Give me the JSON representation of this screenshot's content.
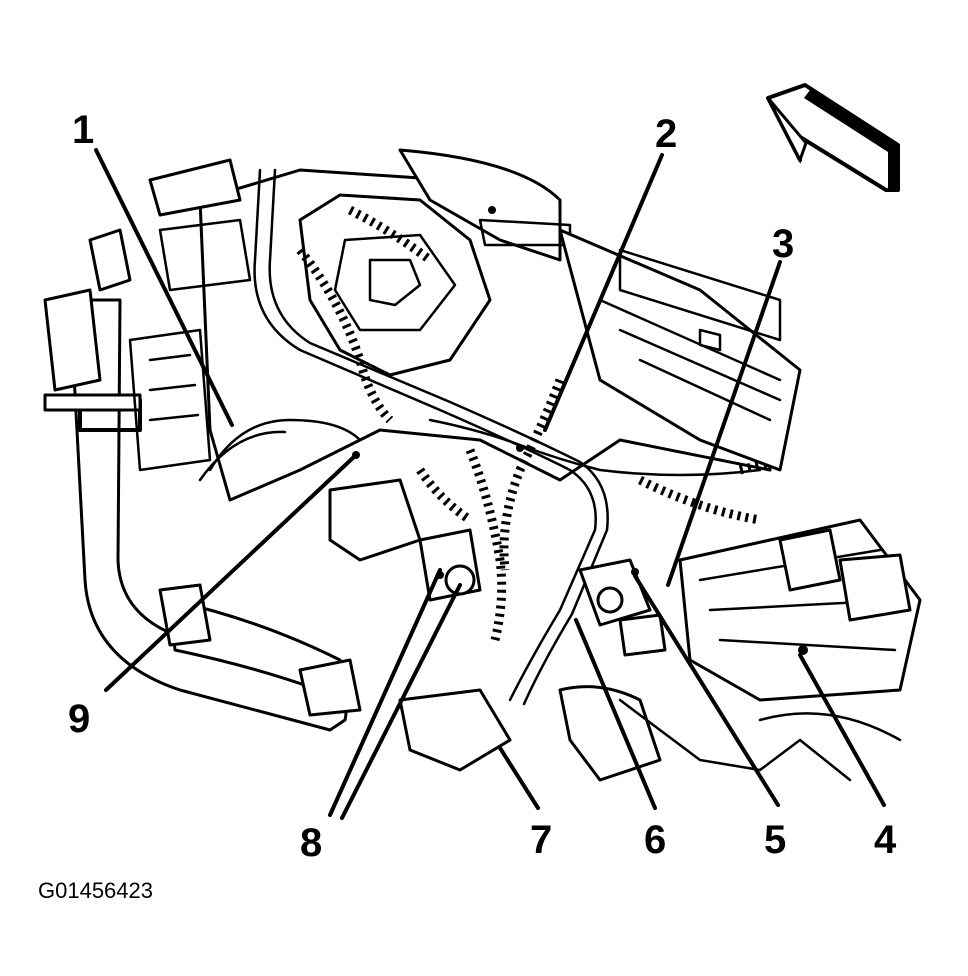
{
  "figure_id": "G01456423",
  "callouts": [
    {
      "label": "1"
    },
    {
      "label": "2"
    },
    {
      "label": "3"
    },
    {
      "label": "4"
    },
    {
      "label": "5"
    },
    {
      "label": "6"
    },
    {
      "label": "7"
    },
    {
      "label": "8"
    },
    {
      "label": "9"
    }
  ],
  "colors": {
    "ink": "#000000",
    "paper": "#ffffff"
  },
  "icons": {
    "direction": "forward-arrow-icon"
  }
}
